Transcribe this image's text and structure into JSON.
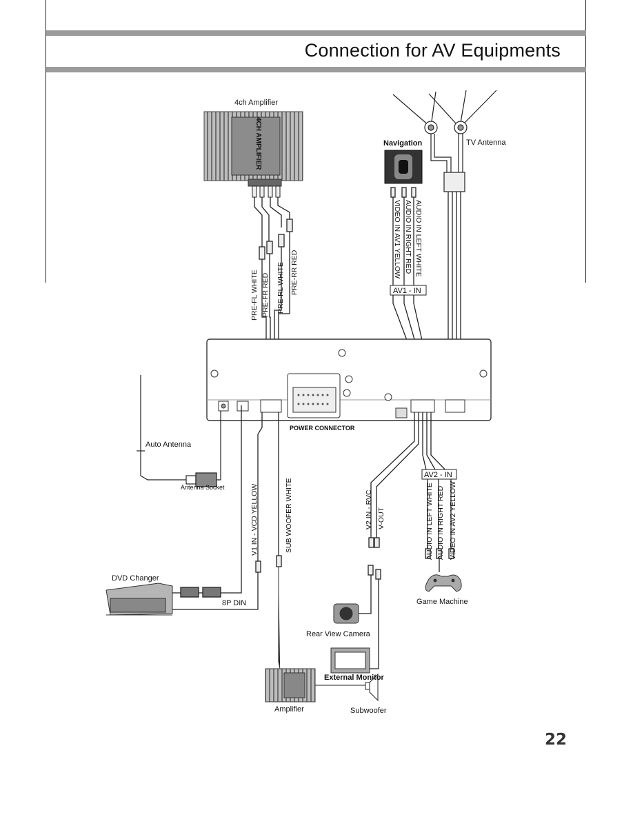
{
  "page": {
    "title": "Connection for AV Equipments",
    "page_number": "22"
  },
  "devices": {
    "amp4ch": "4ch Amplifier",
    "amp4ch_face": "4CH AMPLIFIER",
    "navigation": "Navigation",
    "tv_antenna": "TV Antenna",
    "auto_antenna": "Auto Antenna",
    "antenna_socket": "Antenna Socket",
    "dvd_changer": "DVD Changer",
    "din": "8P DIN",
    "rear_camera": "Rear View Camera",
    "external_monitor": "External Monitor",
    "amplifier": "Amplifier",
    "subwoofer": "Subwoofer",
    "game_machine": "Game Machine",
    "power_connector": "POWER CONNECTOR"
  },
  "labels": {
    "pre_fl": "PRE-FL  WHITE",
    "pre_fr": "PRE-FR  RED",
    "pre_rl": "PRE-RL  WHITE",
    "pre_rr": "PRE-RR  RED",
    "av1_audio_left": "AUDIO IN LEFT   WHITE",
    "av1_audio_right": "AUDIO IN RIGHT   RED",
    "av1_video": "VIDEO IN AV1  YELLOW",
    "av1_in": "AV1 - IN",
    "av2_in": "AV2 - IN",
    "av2_audio_left": "AUDIO IN LEFT  WHITE",
    "av2_audio_right": "AUDIO IN RIGHT  RED",
    "av2_video": "VIDEO IN AV2  YELLOW",
    "v1_in": "V1 IN - VCD    YELLOW",
    "sub_woofer": "SUB WOOFER   WHITE",
    "v2_in": "V2 IN - RVC",
    "v_out": "V-OUT"
  }
}
